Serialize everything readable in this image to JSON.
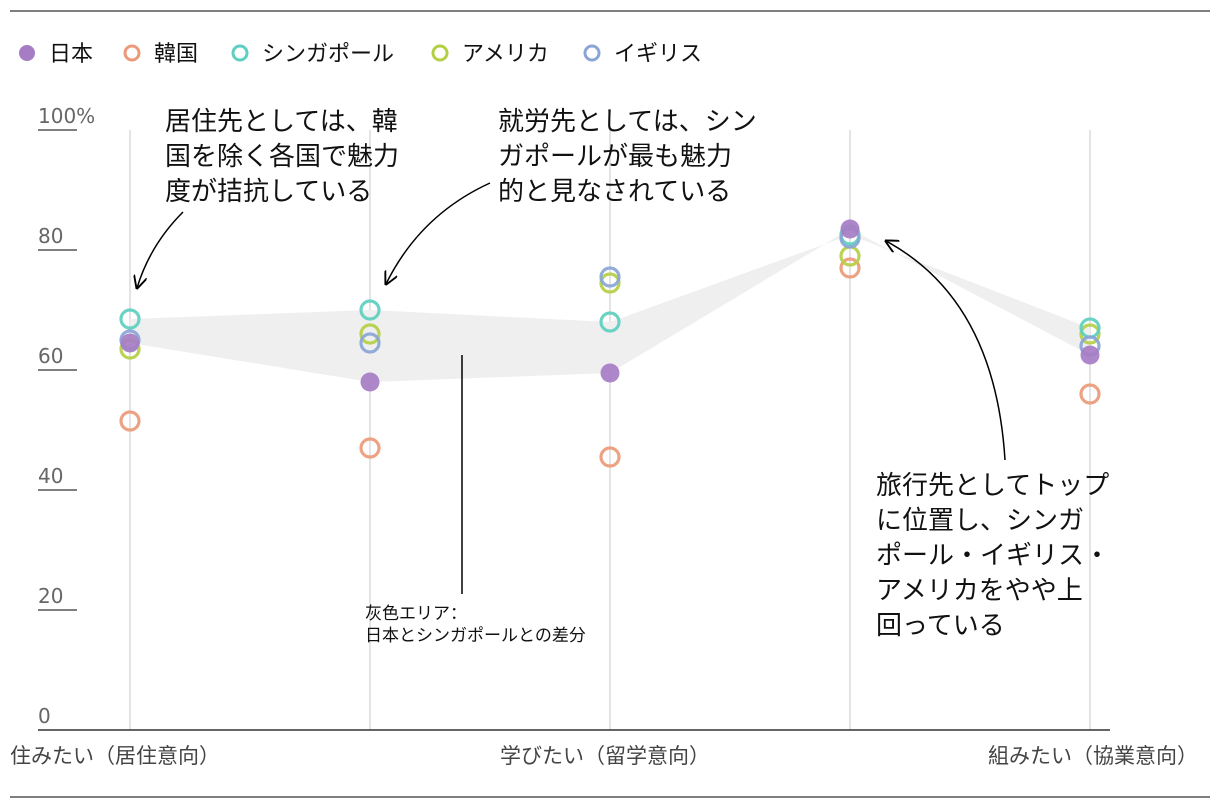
{
  "chart_data": {
    "type": "scatter",
    "title": "",
    "xlabel": "",
    "ylabel": "",
    "ylim": [
      0,
      100
    ],
    "yticks": [
      0,
      20,
      40,
      60,
      80,
      100
    ],
    "ytick_labels": [
      "0",
      "20",
      "40",
      "60",
      "80",
      "100%"
    ],
    "categories": [
      "住みたい（居住意向）",
      "",
      "学びたい（留学意向）",
      "",
      "組みたい（協業意向）"
    ],
    "legend_position": "top-left",
    "series": [
      {
        "name": "日本",
        "color": "#a67dc4",
        "filled": true,
        "values": [
          64.5,
          58,
          59.5,
          83.5,
          62.5
        ]
      },
      {
        "name": "韓国",
        "color": "#eb9a7a",
        "filled": false,
        "values": [
          51.5,
          47,
          45.5,
          77,
          56
        ]
      },
      {
        "name": "シンガポール",
        "color": "#5ecfc0",
        "filled": false,
        "values": [
          68.5,
          70,
          68,
          82.5,
          67
        ]
      },
      {
        "name": "アメリカ",
        "color": "#b5cf45",
        "filled": false,
        "values": [
          63.5,
          66,
          74.5,
          79,
          66
        ]
      },
      {
        "name": "イギリス",
        "color": "#8aa5d6",
        "filled": false,
        "values": [
          65,
          64.5,
          75.5,
          82,
          64
        ]
      }
    ],
    "shaded_area": {
      "between": [
        "日本",
        "シンガポール"
      ],
      "color": "#efefef"
    },
    "annotations": [
      {
        "lines": [
          "居住先としては、韓",
          "国を除く各国で魅力",
          "度が拮抗している"
        ]
      },
      {
        "lines": [
          "就労先としては、シン",
          "ガポールが最も魅力",
          "的と見なされている"
        ]
      },
      {
        "lines": [
          "旅行先としてトップ",
          "に位置し、シンガ",
          "ポール・イギリス・",
          "アメリカをやや上",
          "回っている"
        ]
      },
      {
        "lines": [
          "灰色エリア：",
          "日本とシンガポールとの差分"
        ]
      }
    ]
  }
}
